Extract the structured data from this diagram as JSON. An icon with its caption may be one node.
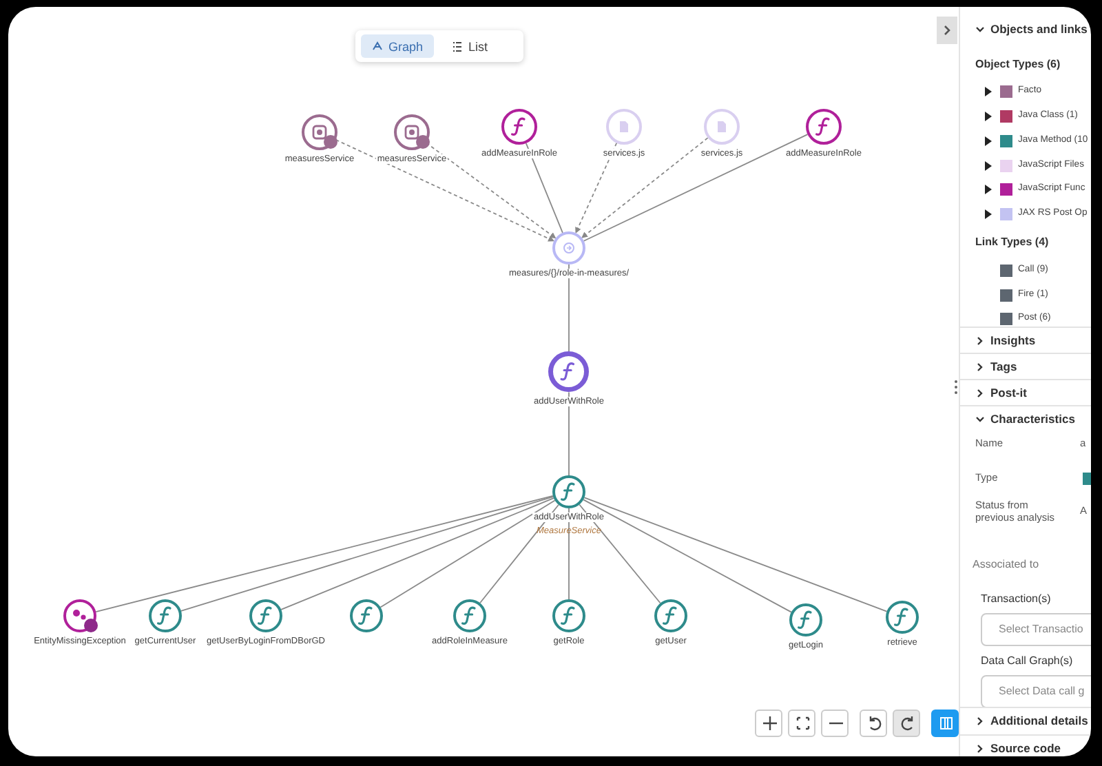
{
  "diagram": {
    "nodes": [
      {
        "text": [
          "measuresService"
        ]
      },
      {
        "text": [
          "measuresService"
        ]
      },
      {
        "text": [
          "addMeasureInRole"
        ]
      },
      {
        "text": [
          "services.js"
        ]
      },
      {
        "text": [
          "services.js"
        ]
      },
      {
        "text": [
          "addMeasureInRole"
        ]
      },
      {
        "text": [
          "measures/{}/role-in-measures/"
        ]
      },
      {
        "text": [
          "addUserWithRole"
        ]
      },
      {
        "text": [
          "addUserWithRole"
        ],
        "beside": [
          "MeasureService"
        ]
      },
      {
        "text": [
          "EntityMissingException"
        ]
      },
      {
        "text": [
          "getCurrentUser"
        ]
      },
      {
        "text": [
          "getUserByLoginFromDBorGD"
        ]
      },
      {
        "text": [],
        "shape": "circle"
      },
      {
        "text": [
          "addRoleInMeasure"
        ]
      },
      {
        "text": [
          "getRole"
        ]
      },
      {
        "text": [
          "getUser"
        ]
      },
      {
        "text": [
          "getLogin"
        ]
      },
      {
        "text": [
          "retrieve"
        ]
      }
    ],
    "edges": [
      {
        "from": 0,
        "to": 6,
        "arrow": "to",
        "style": "dashed"
      },
      {
        "from": 1,
        "to": 6,
        "arrow": "to",
        "style": "dashed"
      },
      {
        "from": 2,
        "to": 6,
        "arrow": "none"
      },
      {
        "from": 3,
        "to": 6,
        "arrow": "to",
        "style": "dashed"
      },
      {
        "from": 4,
        "to": 6,
        "arrow": "to",
        "style": "dashed"
      },
      {
        "from": 5,
        "to": 6,
        "arrow": "none"
      },
      {
        "from": 6,
        "to": 7,
        "arrow": "none"
      },
      {
        "from": 7,
        "to": 8,
        "arrow": "none"
      },
      {
        "from": 8,
        "to": 9,
        "arrow": "none"
      },
      {
        "from": 8,
        "to": 10,
        "arrow": "none"
      },
      {
        "from": 8,
        "to": 11,
        "arrow": "none"
      },
      {
        "from": 8,
        "to": 12,
        "arrow": "none"
      },
      {
        "from": 8,
        "to": 13,
        "arrow": "none"
      },
      {
        "from": 8,
        "to": 14,
        "arrow": "none"
      },
      {
        "from": 8,
        "to": 15,
        "arrow": "none"
      },
      {
        "from": 8,
        "to": 16,
        "arrow": "none"
      },
      {
        "from": 8,
        "to": 17,
        "arrow": "none"
      }
    ],
    "labels": [
      "Graph",
      "List",
      "Objects and links",
      "Object Types (6)",
      "Link Types (4)",
      "Insights",
      "Tags",
      "Post-it",
      "Characteristics",
      "Name",
      "a",
      "Type",
      "Status from previous analysis",
      "A",
      "Associated to",
      "Transaction(s)",
      "Select Transactio",
      "Data Call Graph(s)",
      "Select Data call g",
      "Additional details",
      "Source code"
    ],
    "legend": [
      {
        "text": "Facto",
        "color": "#9b6b8f"
      },
      {
        "text": "Java Class (1)",
        "color": "#b03a63"
      },
      {
        "text": "Java Method (10",
        "color": "#2e8b8b"
      },
      {
        "text": "JavaScript Files",
        "color": "#ead3f0"
      },
      {
        "text": "JavaScript Func",
        "color": "#b0209a"
      },
      {
        "text": "JAX RS Post Op",
        "color": "#c3c3f2"
      },
      {
        "text": "Call (9)",
        "color": "#5d6670"
      },
      {
        "text": "Fire (1)",
        "color": "#5d6670"
      },
      {
        "text": "Post (6)",
        "color": "#5d6670"
      }
    ]
  }
}
